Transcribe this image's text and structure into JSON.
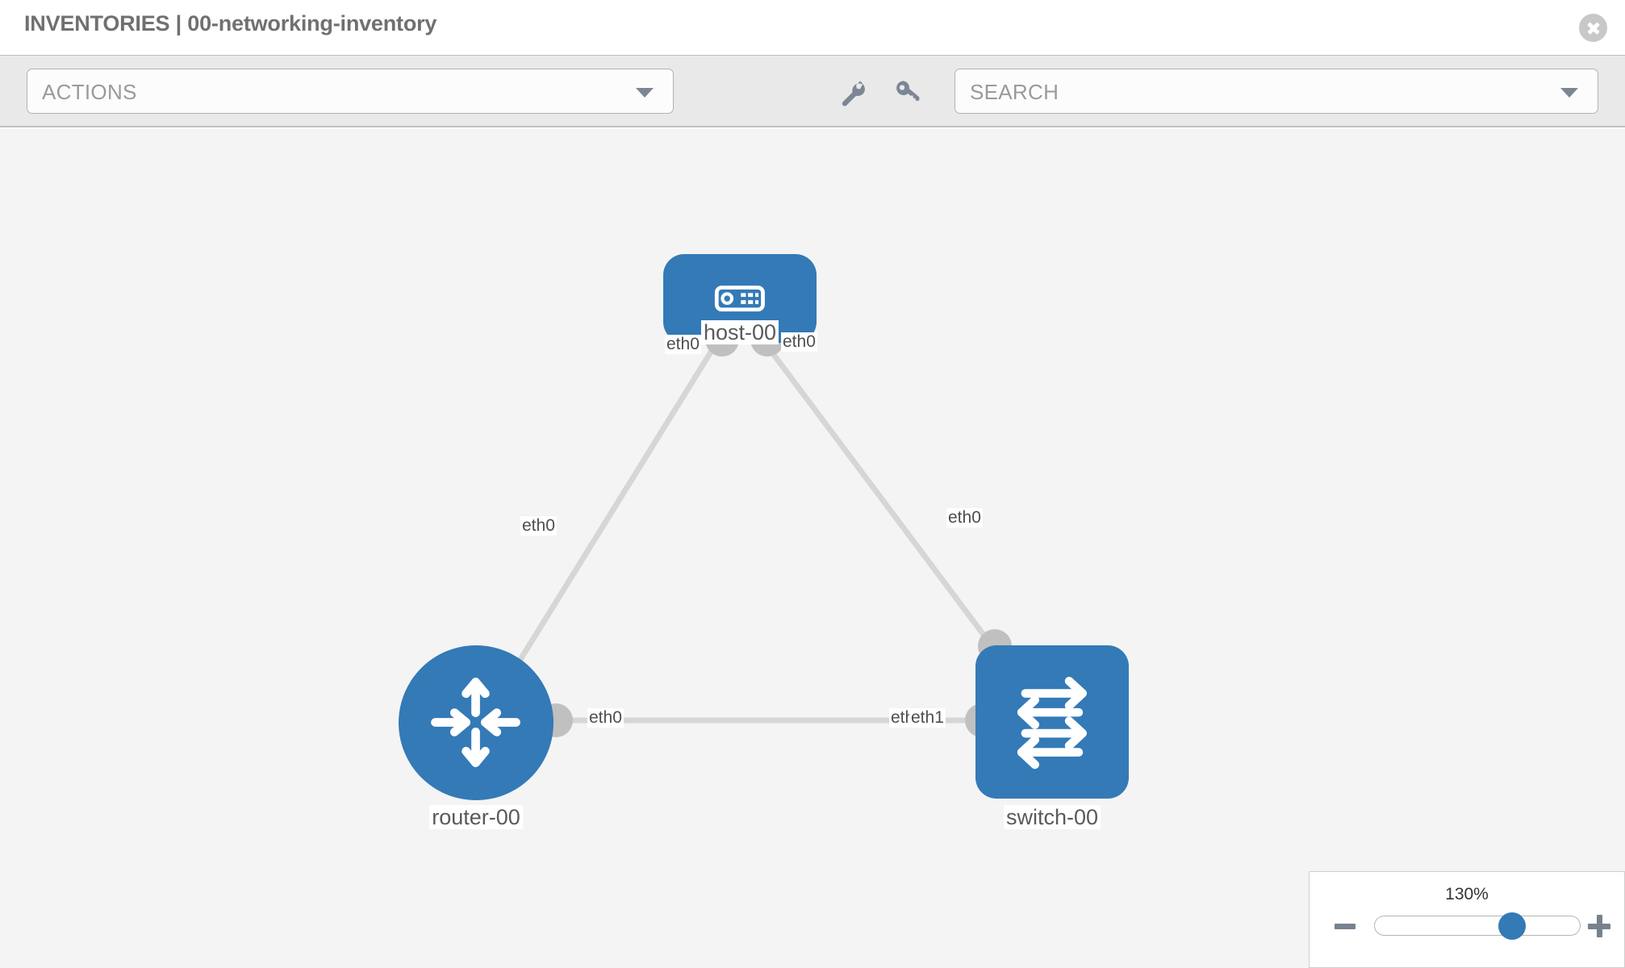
{
  "header": {
    "title": "INVENTORIES | 00-networking-inventory",
    "close_label": "close-icon"
  },
  "toolbar": {
    "actions_label": "ACTIONS",
    "actions_caret": "chevron-down-icon",
    "wrench_label": "wrench-icon",
    "key_label": "key-icon",
    "search_placeholder": "SEARCH",
    "search_value": "",
    "search_caret": "chevron-down-icon"
  },
  "topology": {
    "nodes": [
      {
        "id": "host-00",
        "label": "host-00",
        "type": "host",
        "icon": "server-icon",
        "color": "#337ab7",
        "shape": "rounded-rect"
      },
      {
        "id": "router-00",
        "label": "router-00",
        "type": "router",
        "icon": "router-arrows-icon",
        "color": "#337ab7",
        "shape": "circle"
      },
      {
        "id": "switch-00",
        "label": "switch-00",
        "type": "switch",
        "icon": "switch-arrows-icon",
        "color": "#337ab7",
        "shape": "rounded-rect"
      }
    ],
    "links": [
      {
        "from": "host-00",
        "from_iface": "eth0",
        "to": "router-00",
        "to_iface": "eth0"
      },
      {
        "from": "host-00",
        "from_iface": "eth0",
        "to": "switch-00",
        "to_iface": "eth0"
      },
      {
        "from": "router-00",
        "from_iface": "eth0",
        "to": "switch-00",
        "to_iface": "eth1"
      }
    ],
    "edge_labels": {
      "host_left": "eth0",
      "host_right": "eth0",
      "router_up": "eth0",
      "switch_up": "eth0",
      "router_right": "eth0",
      "switch_left_a": "eth",
      "switch_left_b": "eth1"
    },
    "link_color": "#d6d6d6",
    "port_color": "#c0c0c0"
  },
  "zoom_control": {
    "value_label": "130%",
    "minus_label": "zoom-out",
    "plus_label": "zoom-in",
    "slider_percent": 67
  }
}
